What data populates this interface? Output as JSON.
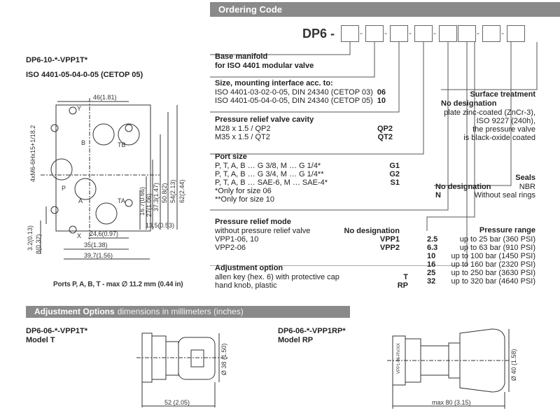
{
  "ordering_header": "Ordering Code",
  "ordering_prefix": "DP6 -",
  "left_block": {
    "model": "DP6-10-*-VPP1T*",
    "iso": "ISO 4401-05-04-0-05 (CETOP 05)",
    "ports_note": "Ports P, A, B, T - max ∅ 11.2 mm (0.44 in)",
    "dims": {
      "d46": "46(1.81)",
      "d_thread": "4xM6-6Hx15+1/18.2",
      "d62": "62(2.44)",
      "d54": "54(2.13)",
      "d508": "50.8(2)",
      "d373": "37.3(1.47)",
      "d27": "27(1.06)",
      "d167": "16.7(0.66)",
      "d135": "13,5(0.53)",
      "d246": "24,6(0.97)",
      "d35": "35(1.38)",
      "d397": "39,7(1.56)",
      "d32": "3.2(0.13)",
      "d8": "8(0.32)",
      "port_y": "Y",
      "port_b": "B",
      "port_tb": "TB",
      "port_p": "P",
      "port_a": "A",
      "port_ta": "TA",
      "port_x": "X"
    }
  },
  "sections": {
    "base": {
      "title1": "Base manifold",
      "title2": "for ISO 4401 modular valve"
    },
    "size": {
      "title": "Size, mounting interface acc. to:",
      "lines": [
        {
          "text": "ISO 4401-03-02-0-05, DIN 24340 (CETOP 03)",
          "code": "06"
        },
        {
          "text": "ISO 4401-05-04-0-05, DIN 24340 (CETOP 05)",
          "code": "10"
        }
      ]
    },
    "cavity": {
      "title": "Pressure relief valve cavity",
      "lines": [
        {
          "text": "M28 x 1.5 / QP2",
          "code": "QP2"
        },
        {
          "text": "M35 x 1.5 / QT2",
          "code": "QT2"
        }
      ]
    },
    "port": {
      "title": "Port size",
      "lines": [
        {
          "text": "P, T, A, B … G 3/8,    M … G 1/4*",
          "code": "G1"
        },
        {
          "text": "P, T, A, B … G 3/4,    M … G 1/4**",
          "code": "G2"
        },
        {
          "text": "P, T, A, B … SAE-6,   M … SAE-4*",
          "code": "S1"
        },
        {
          "text": "*Only for size 06",
          "code": ""
        },
        {
          "text": "**Only for size 10",
          "code": ""
        }
      ]
    },
    "mode": {
      "title": "Pressure relief mode",
      "lines": [
        {
          "text": "without pressure relief valve",
          "code": "No designation"
        },
        {
          "text": "VPP1-06, 10",
          "code": "VPP1"
        },
        {
          "text": "VPP2-06",
          "code": "VPP2"
        }
      ]
    },
    "adjust": {
      "title": "Adjustment option",
      "lines": [
        {
          "text": "allen key (hex. 6) with protective cap",
          "code": "T"
        },
        {
          "text": "hand knob, plastic",
          "code": "RP"
        }
      ]
    },
    "surface": {
      "title": "Surface treatment",
      "sub": "No designation",
      "lines": [
        "plate zinc-coated (ZnCr-3),",
        "ISO 9227 (240h),",
        "the pressure valve",
        "is black-oxide coated"
      ]
    },
    "seals": {
      "title": "Seals",
      "lines": [
        {
          "code": "No designation",
          "text": "NBR"
        },
        {
          "code": "N",
          "text": "Without seal rings"
        }
      ]
    },
    "pressure": {
      "title": "Pressure range",
      "lines": [
        {
          "code": "2.5",
          "text": "up to 25 bar (360 PSI)"
        },
        {
          "code": "6.3",
          "text": "up to 63 bar (910 PSI)"
        },
        {
          "code": "10",
          "text": "up to 100 bar (1450 PSI)"
        },
        {
          "code": "16",
          "text": "up to 160 bar (2320 PSI)"
        },
        {
          "code": "25",
          "text": "up to 250 bar (3630 PSI)"
        },
        {
          "code": "32",
          "text": "up to 320 bar (4640 PSI)"
        }
      ]
    }
  },
  "adjust_header": "Adjustment Options",
  "adjust_header_sub": "dimensions in millimeters (inches)",
  "model_t": {
    "name": "DP6-06-*-VPP1T*",
    "label": "Model T",
    "dim_dia": "Ø 38 (1.50)",
    "dim_len": "52 (2.05)"
  },
  "model_rp": {
    "name": "DP6-06-*-VPP1RP*",
    "label": "Model RP",
    "dim_dia": "Ø 40 (1.58)",
    "dim_len": "max 80 (3.15)",
    "body_text": "VPP1-06-RV/XX"
  },
  "colors": {
    "header_gray": "#8a8a8a",
    "line": "#555555"
  }
}
